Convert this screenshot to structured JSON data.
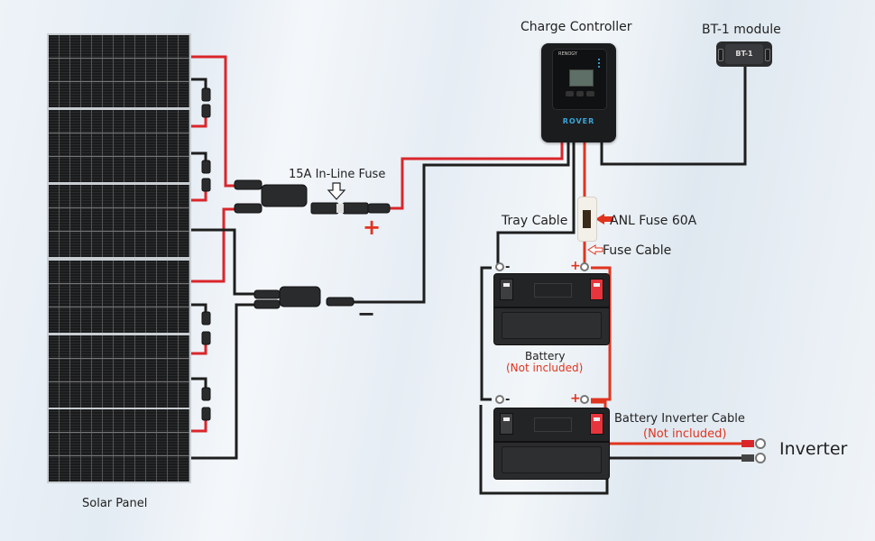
{
  "title": "Solar system wiring diagram",
  "labels": {
    "charge_controller": "Charge Controller",
    "bt1_module": "BT-1 module",
    "inline_fuse": "15A In-Line Fuse",
    "positive_sign": "+",
    "negative_sign": "−",
    "tray_cable": "Tray Cable",
    "anl_fuse": "ANL Fuse 60A",
    "fuse_cable": "Fuse Cable",
    "battery": "Battery",
    "not_included": "(Not included)",
    "battery_inverter_cable": "Battery Inverter Cable",
    "inverter": "Inverter",
    "solar_panel": "Solar Panel"
  },
  "devices": {
    "controller_brand": "RENOGY",
    "controller_model": "ROVER",
    "bt1_text": "BT-1"
  },
  "terminal_marks": {
    "neg": "-",
    "pos": "+"
  },
  "colors": {
    "positive_wire": "#d9262b",
    "negative_wire": "#1e1e1e",
    "accent_red": "#e0341f"
  }
}
